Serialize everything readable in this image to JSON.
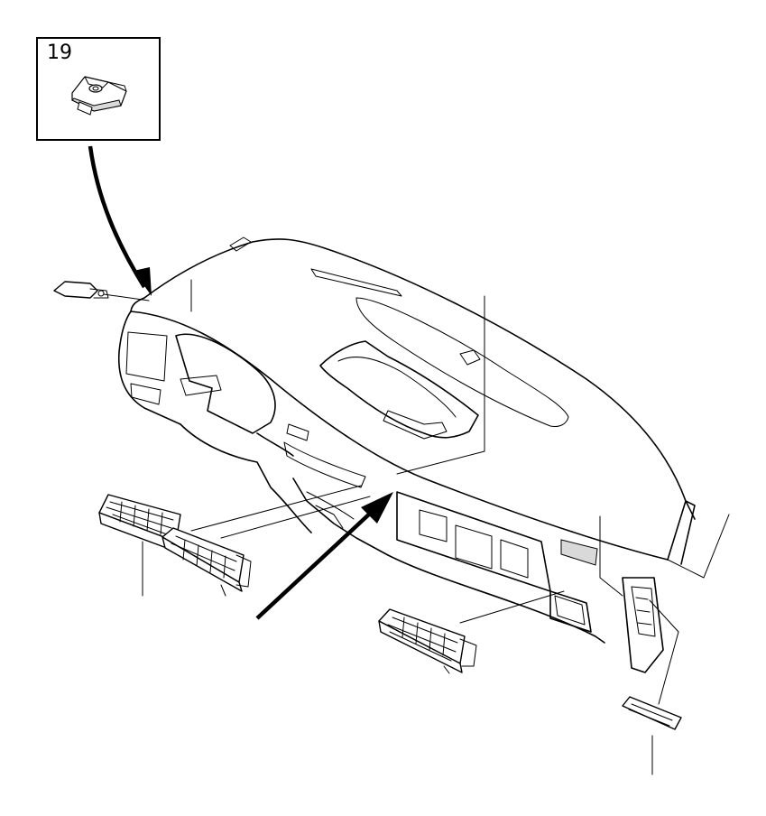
{
  "inset": {
    "callout_number": "19",
    "part_icon": "clip-nut-icon"
  },
  "parts": {
    "dashboard": "dashboard-panel",
    "side_vent": "side-air-vent",
    "center_vents": "center-air-vents",
    "lower_vent": "lower-air-vent",
    "small_grille": "small-grille",
    "sensor": "sensor-clip"
  },
  "colors": {
    "line": "#000000",
    "background": "#ffffff"
  }
}
